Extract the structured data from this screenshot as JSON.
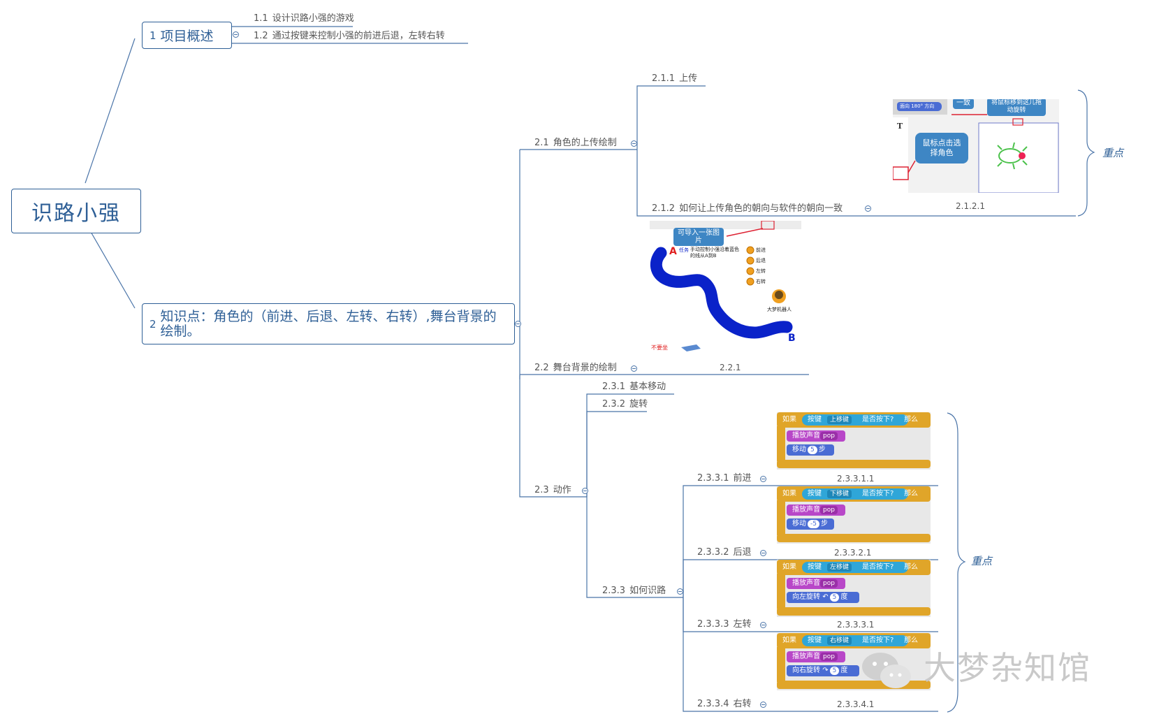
{
  "central": "识路小强",
  "topics": {
    "t1": {
      "num": "1",
      "label": "项目概述",
      "children": [
        {
          "num": "1.1",
          "label": "设计识路小强的游戏"
        },
        {
          "num": "1.2",
          "label": "通过按键来控制小强的前进后退，左转右转"
        }
      ]
    },
    "t2": {
      "num": "2",
      "label": "知识点：角色的（前进、后退、左转、右转）,舞台背景的绘制。"
    }
  },
  "nodes": {
    "n21": {
      "num": "2.1",
      "label": "角色的上传绘制"
    },
    "n211": {
      "num": "2.1.1",
      "label": "上传"
    },
    "n212": {
      "num": "2.1.2",
      "label": "如何让上传角色的朝向与软件的朝向一致"
    },
    "n22": {
      "num": "2.2",
      "label": "舞台背景的绘制"
    },
    "n23": {
      "num": "2.3",
      "label": "动作"
    },
    "n231": {
      "num": "2.3.1",
      "label": "基本移动"
    },
    "n232": {
      "num": "2.3.2",
      "label": "旋转"
    },
    "n233": {
      "num": "2.3.3",
      "label": "如何识路"
    },
    "n2331": {
      "num": "2.3.3.1",
      "label": "前进"
    },
    "n2332": {
      "num": "2.3.3.2",
      "label": "后退"
    },
    "n2333": {
      "num": "2.3.3.3",
      "label": "左转"
    },
    "n2334": {
      "num": "2.3.3.4",
      "label": "右转"
    }
  },
  "captions": {
    "c2121": "2.1.2.1",
    "c221": "2.2.1",
    "c23311": "2.3.3.1.1",
    "c23321": "2.3.3.2.1",
    "c23331": "2.3.3.3.1",
    "c23341": "2.3.3.4.1"
  },
  "notes": {
    "n1": "重点",
    "n2": "重点"
  },
  "img_sprite": {
    "dir_block": "面向 180° 方向",
    "consistent": "一致",
    "callout_rotate": "将鼠标移到这儿拖动旋转",
    "callout_select": "鼠标点击选择角色"
  },
  "img_stage": {
    "import_hint": "可导入一张图片",
    "task": "任务",
    "task_text": "手动控制小强沿着蓝色的线从A到B",
    "point_a": "A",
    "point_b": "B",
    "legend": [
      "前进",
      "后退",
      "左转",
      "右转"
    ],
    "robot_label": "大梦机器人",
    "bottom_text": "不要坐"
  },
  "blocks": [
    {
      "if": "如果",
      "key": "按键",
      "keyname": "上移键",
      "pressed": "是否按下?",
      "then": "那么",
      "sound": "播放声音",
      "sound_name": "pop",
      "motion": "移动",
      "value": "5",
      "unit": "步"
    },
    {
      "if": "如果",
      "key": "按键",
      "keyname": "下移键",
      "pressed": "是否按下?",
      "then": "那么",
      "sound": "播放声音",
      "sound_name": "pop",
      "motion": "移动",
      "value": "-5",
      "unit": "步"
    },
    {
      "if": "如果",
      "key": "按键",
      "keyname": "左移键",
      "pressed": "是否按下?",
      "then": "那么",
      "sound": "播放声音",
      "sound_name": "pop",
      "motion": "向左旋转",
      "value": "5",
      "unit": "度"
    },
    {
      "if": "如果",
      "key": "按键",
      "keyname": "右移键",
      "pressed": "是否按下?",
      "then": "那么",
      "sound": "播放声音",
      "sound_name": "pop",
      "motion": "向右旋转",
      "value": "5",
      "unit": "度"
    }
  ],
  "watermark": "大梦杂知馆",
  "colors": {
    "line": "#4a74a8",
    "topic": "#2e5f96",
    "path": "#0a22c9",
    "control": "#e0a529",
    "sound": "#b847c8",
    "motion": "#4a6cd4"
  }
}
